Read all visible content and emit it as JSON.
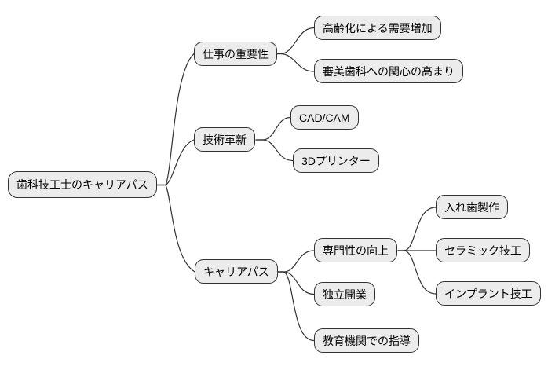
{
  "diagram": {
    "type": "mindmap",
    "colors": {
      "background": "#ffffff",
      "node_fill": "#ececec",
      "node_border": "#333333",
      "edge": "#333333",
      "text": "#000000"
    },
    "nodes": {
      "root": {
        "label": "歯科技工士のキャリアパス",
        "children": [
          "importance",
          "innovation",
          "career"
        ]
      },
      "importance": {
        "label": "仕事の重要性",
        "children": [
          "aging",
          "aesthetic"
        ]
      },
      "aging": {
        "label": "高齢化による需要増加",
        "children": []
      },
      "aesthetic": {
        "label": "審美歯科への関心の高まり",
        "children": []
      },
      "innovation": {
        "label": "技術革新",
        "children": [
          "cadcam",
          "printer3d"
        ]
      },
      "cadcam": {
        "label": "CAD/CAM",
        "children": []
      },
      "printer3d": {
        "label": "3Dプリンター",
        "children": []
      },
      "career": {
        "label": "キャリアパス",
        "children": [
          "specialization",
          "independence",
          "education"
        ]
      },
      "specialization": {
        "label": "専門性の向上",
        "children": [
          "denture",
          "ceramic",
          "implant"
        ]
      },
      "independence": {
        "label": "独立開業",
        "children": []
      },
      "education": {
        "label": "教育機関での指導",
        "children": []
      },
      "denture": {
        "label": "入れ歯製作",
        "children": []
      },
      "ceramic": {
        "label": "セラミック技工",
        "children": []
      },
      "implant": {
        "label": "インプラント技工",
        "children": []
      }
    }
  }
}
